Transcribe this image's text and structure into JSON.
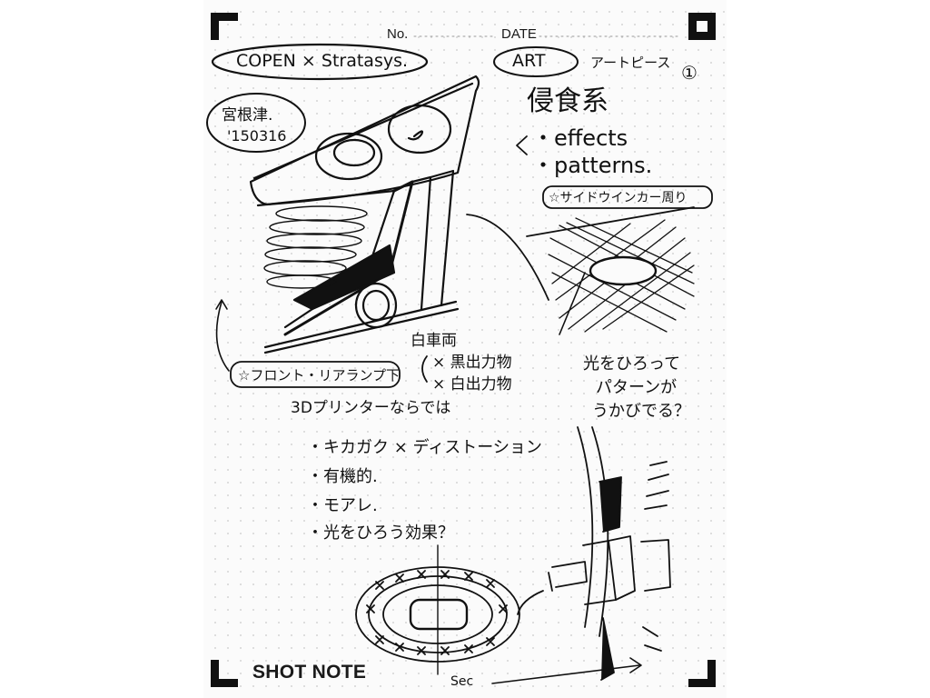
{
  "header": {
    "no_label": "No.",
    "date_label": "DATE"
  },
  "footer": {
    "brand": "SHOT NOTE"
  },
  "notes": {
    "title_box": "COPEN × Stratasys.",
    "author_box": "宮根津.",
    "date_box": "'150316",
    "art_box": "ART",
    "art_piece": "アートピース",
    "page_number": "①",
    "heading": "侵食系",
    "effect_1": "・effects",
    "effect_2": "・patterns.",
    "side_label": "☆サイドウインカー周り",
    "lamp_label": "☆フロント・リアランプ下",
    "car_color": "白車両",
    "option_1": "× 黒出力物",
    "option_2": "× 白出力物",
    "printer_note": "3Dプリンターならでは",
    "light_note_1": "光をひろって",
    "light_note_2": "パターンが",
    "light_note_3": "うかびでる？",
    "bullet_1": "・キカガク × ディストーション",
    "bullet_2": "・有機的.",
    "bullet_3": "・モアレ.",
    "bullet_4": "・光をひろう効果？",
    "section_label": "Sec"
  }
}
